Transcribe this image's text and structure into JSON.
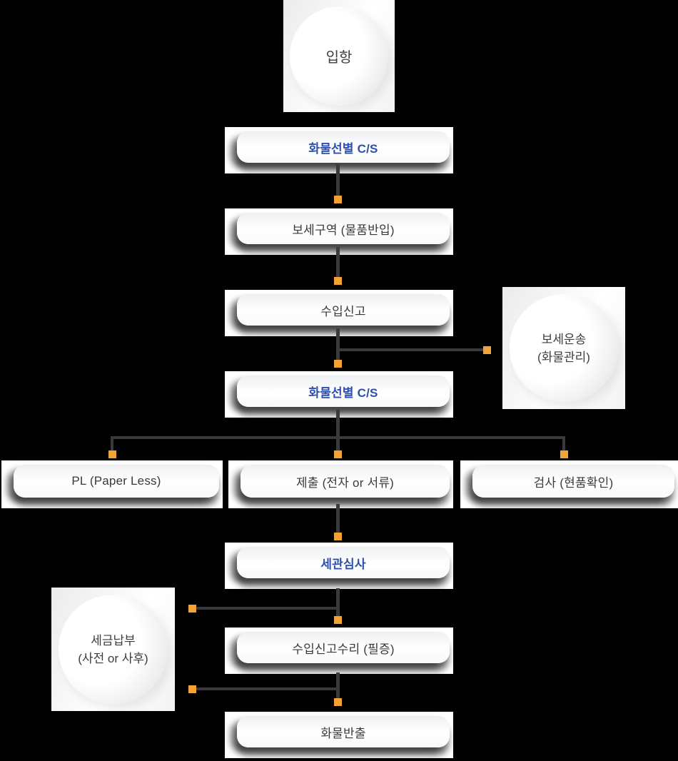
{
  "colors": {
    "background": "#000000",
    "connector_line": "#3a3a3a",
    "connector_node_orange": "#f1a433",
    "text_dark": "#3a3a3a",
    "text_blue": "#2c4fb0",
    "box_fill": "#ffffff"
  },
  "nodes": {
    "arrival": {
      "label": "입항"
    },
    "cargo_cs_1": {
      "label": "화물선별 C/S"
    },
    "bonded_area": {
      "label": "보세구역 (물품반입)"
    },
    "import_declaration": {
      "label": "수입신고"
    },
    "bonded_transport": {
      "line1": "보세운송",
      "line2": "(화물관리)"
    },
    "cargo_cs_2": {
      "label": "화물선별 C/S"
    },
    "paperless": {
      "label": "PL (Paper Less)"
    },
    "submission": {
      "label": "제출 (전자 or 서류)"
    },
    "inspection": {
      "label": "검사 (현품확인)"
    },
    "customs_review": {
      "label": "세관심사"
    },
    "tax_payment": {
      "line1": "세금납부",
      "line2": "(사전 or 사후)"
    },
    "declaration_acceptance": {
      "label": "수입신고수리 (필증)"
    },
    "cargo_release": {
      "label": "화물반출"
    }
  }
}
